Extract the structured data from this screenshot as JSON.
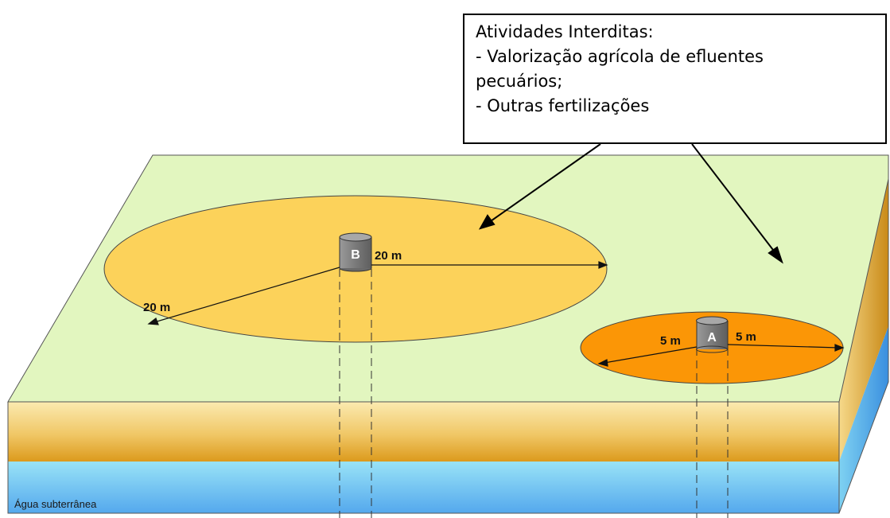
{
  "callout": {
    "title": "Atividades Interditas:",
    "items": [
      "- Valorização agrícola de efluentes",
      "pecuários;",
      "- Outras fertilizações"
    ]
  },
  "wells": [
    {
      "label": "B",
      "radius_label": "20 m"
    },
    {
      "label": "A",
      "radius_label": "5 m"
    }
  ],
  "groundwater_label": "Água subterrânea",
  "colors": {
    "ground_surface": "#e2f6bf",
    "zone_b": "#fcd25a",
    "zone_a": "#fb9606",
    "well": "#7f7f7f",
    "soil_top": "#fbeab0",
    "soil_bottom": "#dc9a1c",
    "water_top": "#99e3f7",
    "water_bottom": "#54a8ed"
  }
}
